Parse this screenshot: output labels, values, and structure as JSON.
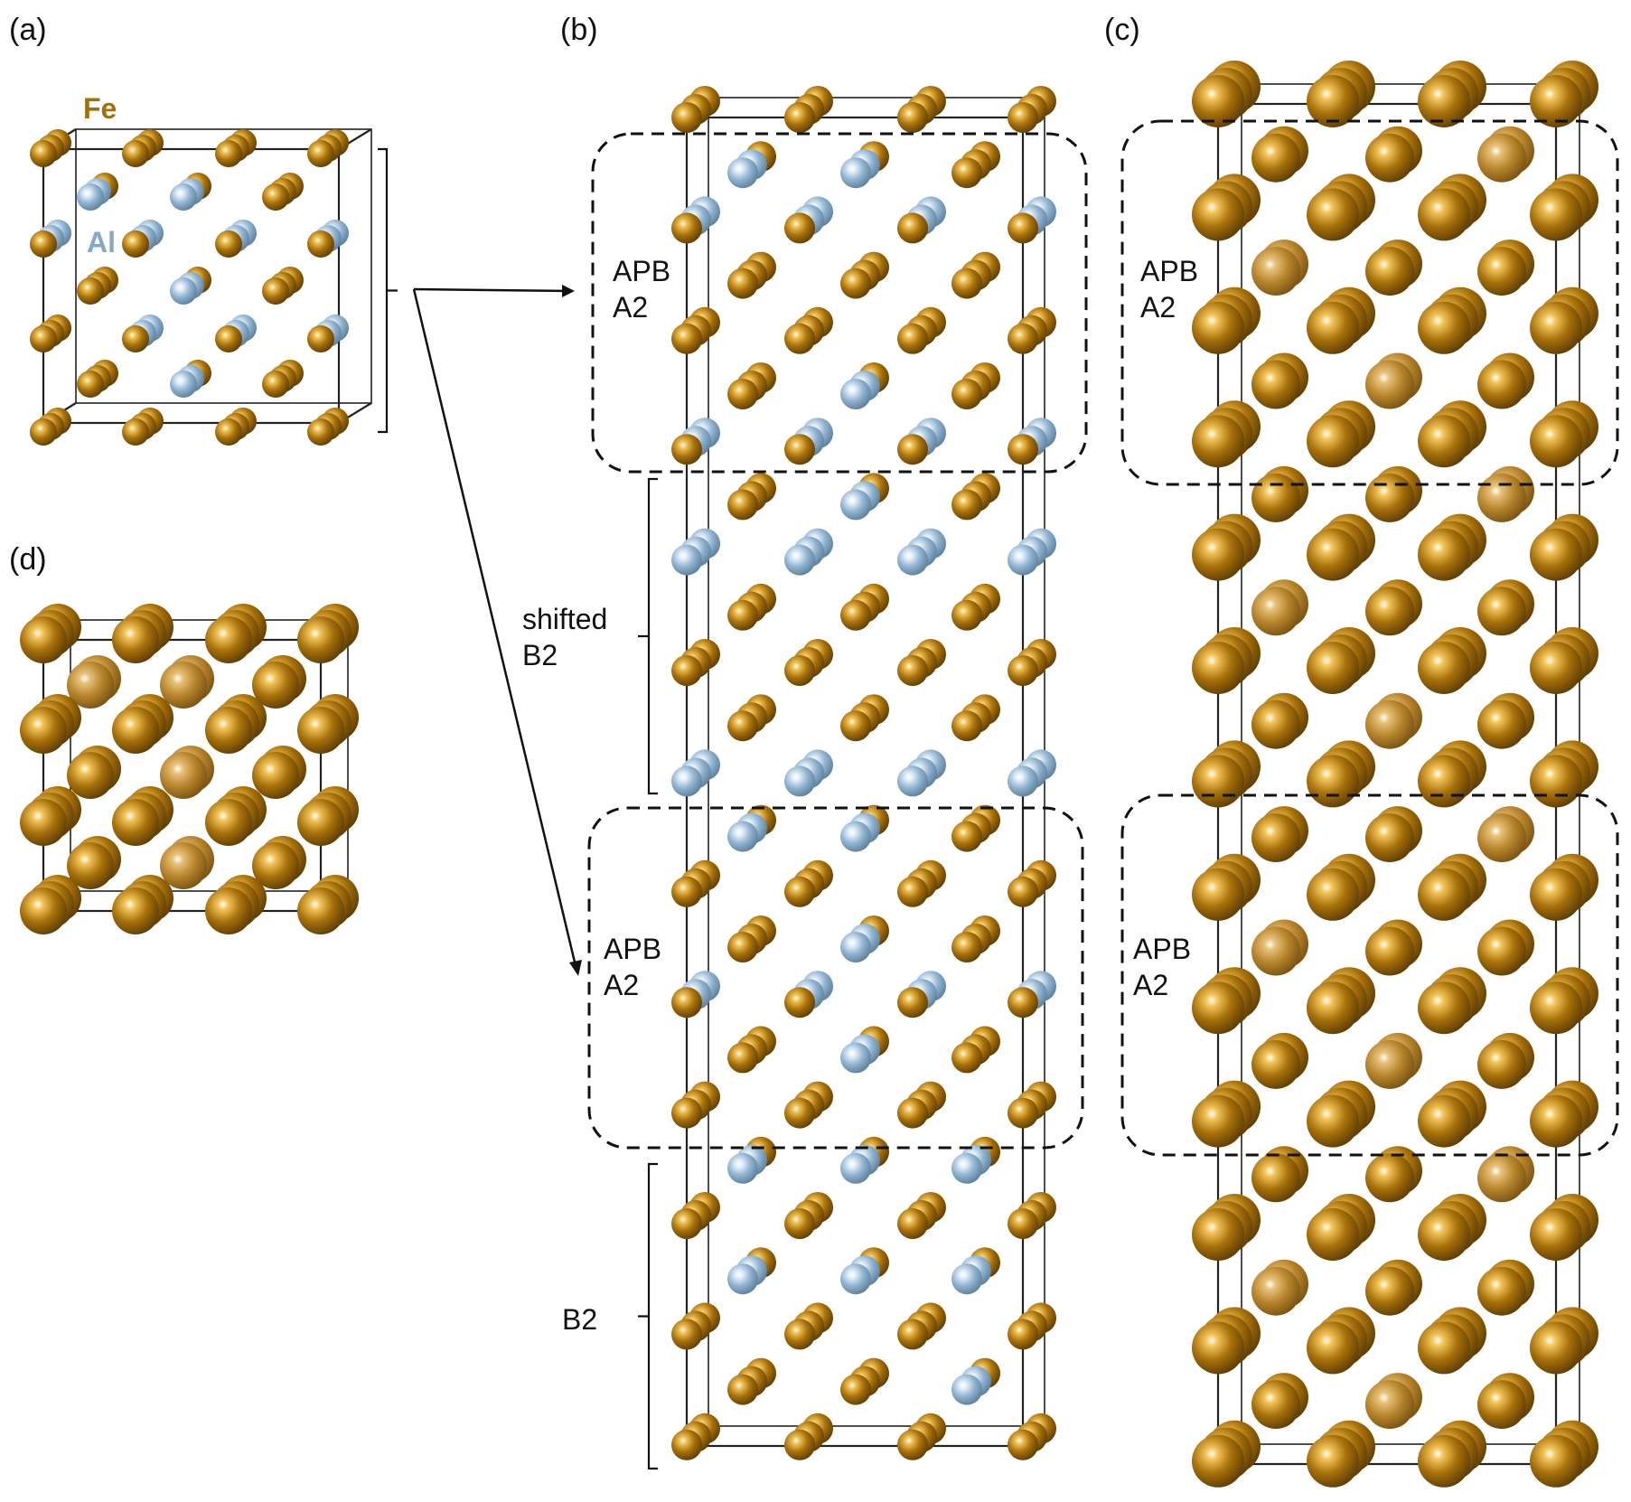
{
  "colors": {
    "fe": "#a8710a",
    "fe_light": "#f3c55a",
    "fe_dark": "#5e3d05",
    "al": "#8fb3d0",
    "al_light": "#e6f1fb",
    "al_dark": "#5d7f9b",
    "frame": "#222222",
    "dash": "#111111",
    "legend_fe": "#a0700c",
    "legend_al": "#86a8c6"
  },
  "panels": {
    "a": {
      "label": "(a)"
    },
    "b": {
      "label": "(b)"
    },
    "c": {
      "label": "(c)"
    },
    "d": {
      "label": "(d)"
    }
  },
  "legend": {
    "fe": "Fe",
    "al": "Al"
  },
  "annotations": {
    "apb_line1": "APB",
    "apb_line2": "A2",
    "shifted_line1": "shifted",
    "shifted_line2": "B2",
    "b2": "B2"
  }
}
